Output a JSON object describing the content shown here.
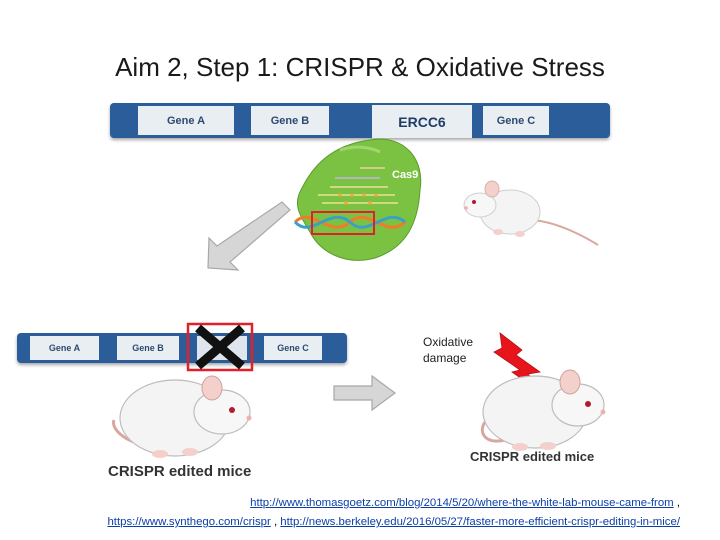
{
  "slide": {
    "title": "Aim 2, Step 1: CRISPR & Oxidative Stress"
  },
  "top_bar": {
    "gene_a": "Gene A",
    "gene_b": "Gene B",
    "target": "ERCC6",
    "gene_c": "Gene C"
  },
  "cas9": {
    "label": "Cas9"
  },
  "bottom_bar": {
    "gene_a": "Gene A",
    "gene_b": "Gene B",
    "gene_c": "Gene C"
  },
  "labels": {
    "oxidative_damage_line1": "Oxidative",
    "oxidative_damage_line2": "damage",
    "mouse_left_caption": "CRISPR edited mice",
    "mouse_right_caption": "CRISPR edited mice"
  },
  "references": {
    "link1": "http://www.thomasgoetz.com/blog/2014/5/20/where-the-white-lab-mouse-came-from",
    "sep1": " ,",
    "link2": "https://www.synthego.com/crispr",
    "sep2": " , ",
    "link3": "http://news.berkeley.edu/2016/05/27/faster-more-efficient-crispr-editing-in-mice/"
  },
  "colors": {
    "gene_bar": "#2b5d9b",
    "gene_segment": "#e9eef3",
    "cas9_body": "#7cc242",
    "highlight_box": "#e0202a",
    "lightning": "#e8141c"
  }
}
